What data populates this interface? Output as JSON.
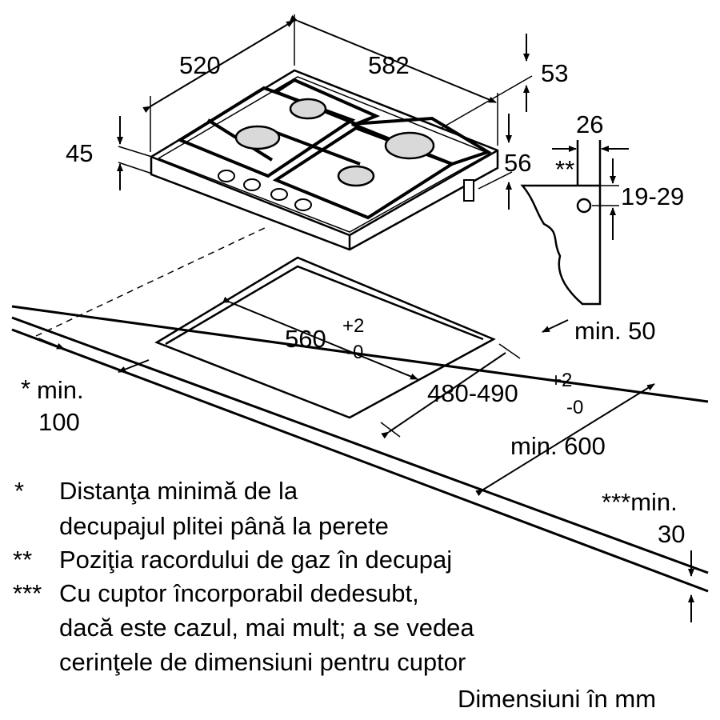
{
  "dimensions": {
    "width_back": "520",
    "depth_side": "582",
    "depth_gap": "53",
    "height": "45",
    "foot_offset": "56",
    "gas_offset": "26",
    "gas_marker": "**",
    "gas_height": "19-29",
    "cutout_width_main": "560",
    "cutout_width_tol_plus": "+2",
    "cutout_width_tol_minus": "-0",
    "cutout_depth_main": "480-490",
    "cutout_depth_tol_plus": "+2",
    "cutout_depth_tol_minus": "-0",
    "rear_min": "min. 50",
    "worktop_min": "min. 600",
    "side_min_marker": "*",
    "side_min_line1": "min.",
    "side_min_line2": "100",
    "below_min_line1": "***min.",
    "below_min_line2": "30"
  },
  "notes": [
    {
      "marker": "*",
      "lines": [
        "Distanţa minimă de la",
        "decupajul plitei până la perete"
      ]
    },
    {
      "marker": "**",
      "lines": [
        "Poziţia racordului de gaz în decupaj"
      ]
    },
    {
      "marker": "***",
      "lines": [
        "Cu cuptor încorporabil dedesubt,",
        "dacă este cazul, mai mult; a se vedea",
        "cerinţele de dimensiuni pentru cuptor"
      ]
    }
  ],
  "footer": "Dimensiuni în mm"
}
